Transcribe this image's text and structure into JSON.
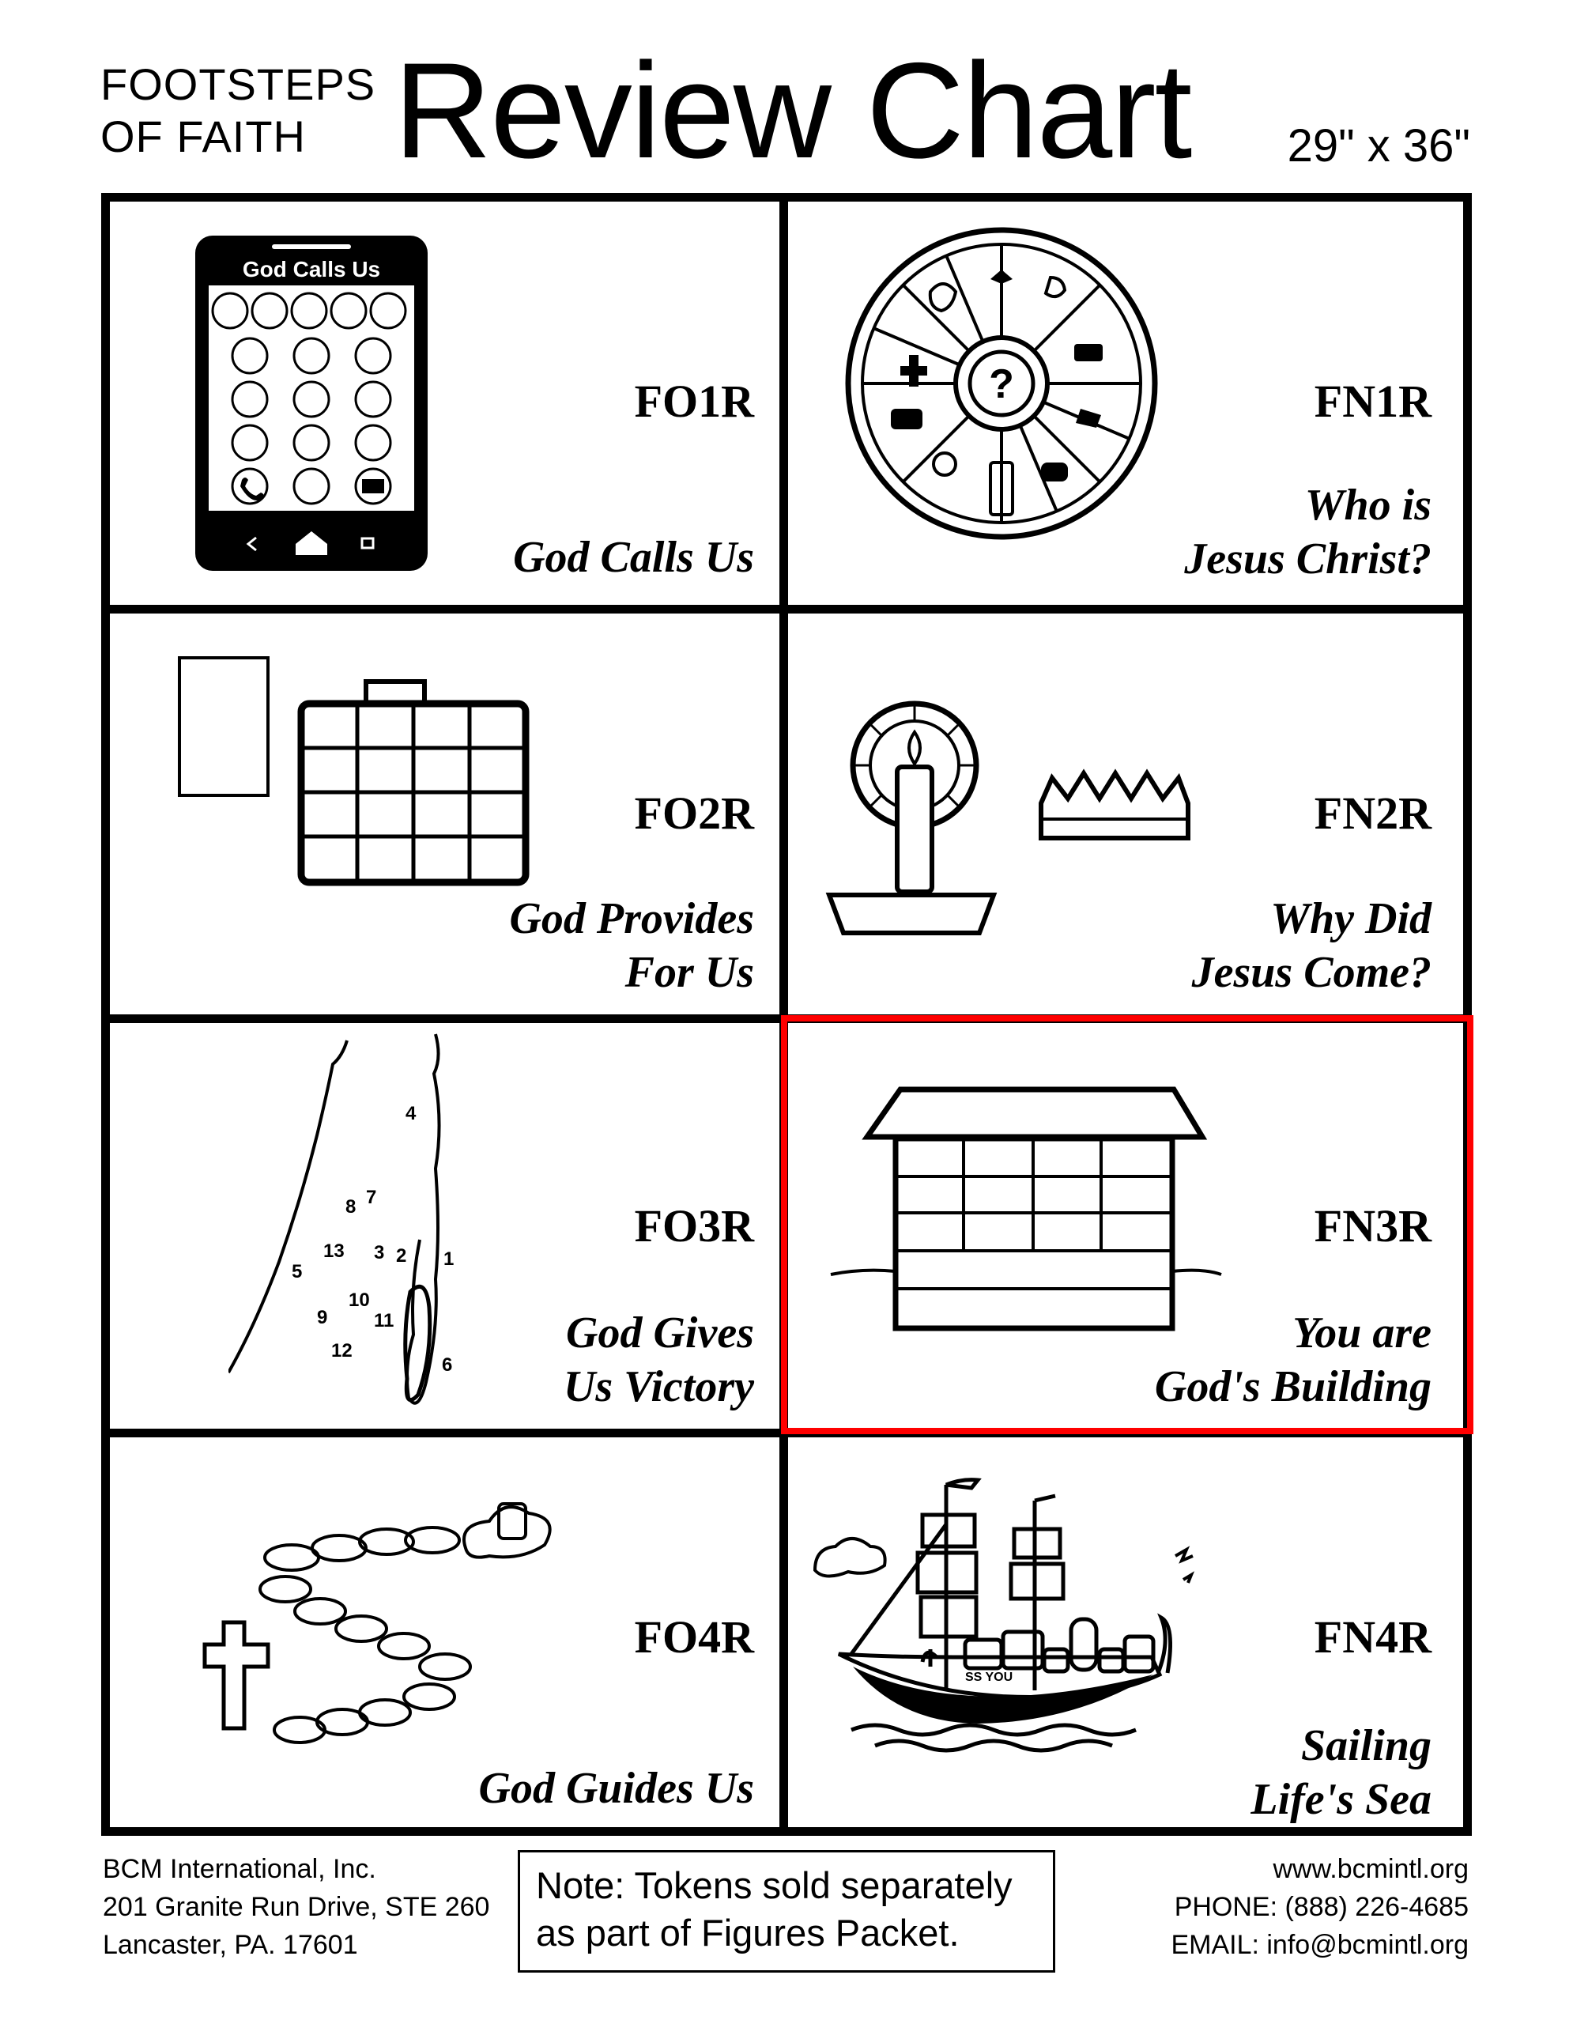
{
  "header": {
    "series_line1": "FOOTSTEPS",
    "series_line2": "OF FAITH",
    "title": "Review Chart",
    "size": "29\" x 36\""
  },
  "cells": [
    {
      "code": "FO1R",
      "caption": [
        "God Calls Us"
      ],
      "art": "phone-icon",
      "phone_title": "God Calls Us"
    },
    {
      "code": "FN1R",
      "caption": [
        "Who is",
        "Jesus Christ?"
      ],
      "art": "wheel-icon"
    },
    {
      "code": "FO2R",
      "caption": [
        "God Provides",
        "For Us"
      ],
      "art": "briefcase-icon"
    },
    {
      "code": "FN2R",
      "caption": [
        "Why Did",
        "Jesus Come?"
      ],
      "art": "candle-crown-icon"
    },
    {
      "code": "FO3R",
      "caption": [
        "God Gives",
        "Us Victory"
      ],
      "art": "map-icon",
      "map_numbers": [
        "4",
        "8",
        "7",
        "13",
        "3",
        "2",
        "1",
        "5",
        "10",
        "9",
        "11",
        "12",
        "6"
      ]
    },
    {
      "code": "FN3R",
      "caption": [
        "You are",
        "God's Building"
      ],
      "art": "building-icon",
      "selected": true
    },
    {
      "code": "FO4R",
      "caption": [
        "God Guides Us"
      ],
      "art": "footsteps-icon"
    },
    {
      "code": "FN4R",
      "caption": [
        "Sailing",
        "Life's Sea"
      ],
      "art": "ship-icon",
      "ship_label": "SS YOU"
    }
  ],
  "footer": {
    "address": [
      "BCM International, Inc.",
      "201 Granite Run Drive, STE 260",
      "Lancaster, PA. 17601"
    ],
    "note": [
      "Note: Tokens sold separately",
      "as part of Figures Packet."
    ],
    "contact": [
      "www.bcmintl.org",
      "PHONE: (888) 226-4685",
      "EMAIL: info@bcmintl.org"
    ]
  },
  "colors": {
    "selection": "#ff0000",
    "ink": "#000000",
    "paper": "#ffffff"
  }
}
